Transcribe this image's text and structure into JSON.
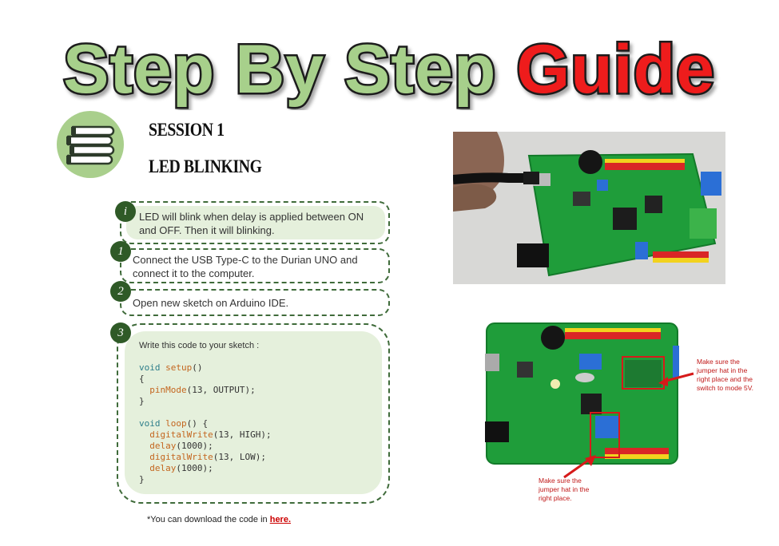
{
  "title": {
    "part1": "Step By Step",
    "part2": "Guide",
    "color1": "#a7d08b",
    "color2": "#ee1c1c"
  },
  "session": {
    "number": "SESSION 1",
    "name": "LED BLINKING",
    "icon": "books-icon"
  },
  "info": {
    "marker": "i",
    "text": "LED will blink when delay is applied between ON and OFF. Then it will blinking."
  },
  "steps": [
    {
      "number": "1",
      "text": "Connect the USB Type-C to the Durian UNO and connect it to the computer."
    },
    {
      "number": "2",
      "text": "Open new sketch on Arduino IDE."
    },
    {
      "number": "3",
      "text": "Write this code to your sketch :"
    }
  ],
  "code_lines": [
    "void setup()",
    "{",
    "  pinMode(13, OUTPUT);",
    "}",
    "",
    "void loop() {",
    "  digitalWrite(13, HIGH);",
    "  delay(1000);",
    "  digitalWrite(13, LOW);",
    "  delay(1000);",
    "}"
  ],
  "download_note": {
    "prefix": "*You can download the code in ",
    "link": "here."
  },
  "annotations": {
    "right": "Make sure the jumper hat in the right place and the switch to mode 5V.",
    "bottom": "Make sure the jumper hat in the right place."
  }
}
